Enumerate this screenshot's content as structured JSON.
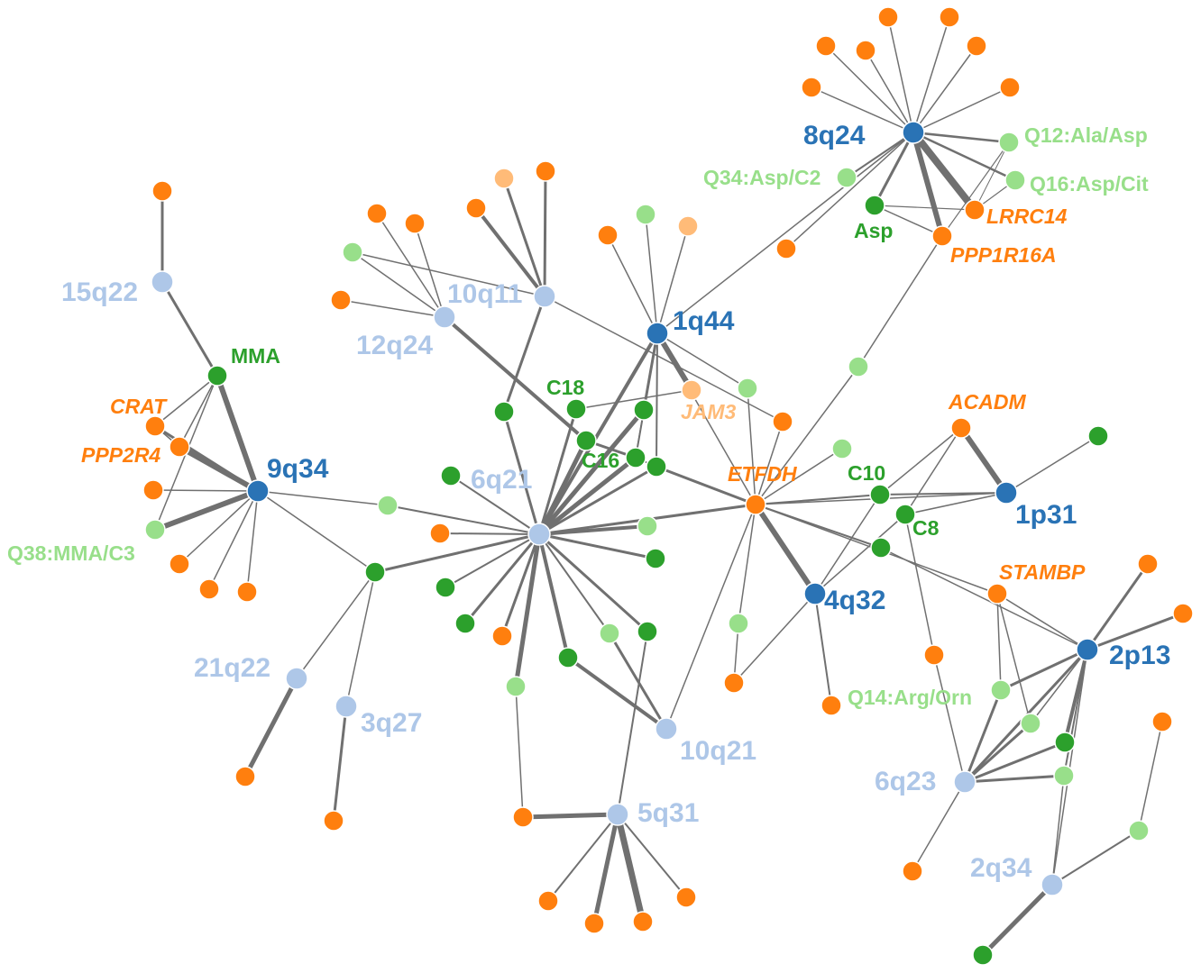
{
  "colors": {
    "locus_major": "#2a73b5",
    "locus_minor": "#aec7e8",
    "metabolite": "#2ca02c",
    "ratio": "#98df8a",
    "gene": "#ff7f0e",
    "gene_light": "#ffbb78",
    "edge": "#707070"
  },
  "nodes": [
    {
      "id": "8q24",
      "label": "8q24",
      "type": "locus_major"
    },
    {
      "id": "1q44",
      "label": "1q44",
      "type": "locus_major"
    },
    {
      "id": "9q34",
      "label": "9q34",
      "type": "locus_major"
    },
    {
      "id": "1p31",
      "label": "1p31",
      "type": "locus_major"
    },
    {
      "id": "4q32",
      "label": "4q32",
      "type": "locus_major"
    },
    {
      "id": "2p13",
      "label": "2p13",
      "type": "locus_major"
    },
    {
      "id": "15q22",
      "label": "15q22",
      "type": "locus_minor"
    },
    {
      "id": "10q11",
      "label": "10q11",
      "type": "locus_minor"
    },
    {
      "id": "12q24",
      "label": "12q24",
      "type": "locus_minor"
    },
    {
      "id": "6q21",
      "label": "6q21",
      "type": "locus_minor"
    },
    {
      "id": "21q22",
      "label": "21q22",
      "type": "locus_minor"
    },
    {
      "id": "3q27",
      "label": "3q27",
      "type": "locus_minor"
    },
    {
      "id": "10q21",
      "label": "10q21",
      "type": "locus_minor"
    },
    {
      "id": "5q31",
      "label": "5q31",
      "type": "locus_minor"
    },
    {
      "id": "6q23",
      "label": "6q23",
      "type": "locus_minor"
    },
    {
      "id": "2q34",
      "label": "2q34",
      "type": "locus_minor"
    },
    {
      "id": "MMA",
      "label": "MMA",
      "type": "metabolite"
    },
    {
      "id": "Asp",
      "label": "Asp",
      "type": "metabolite"
    },
    {
      "id": "C18",
      "label": "C18",
      "type": "metabolite"
    },
    {
      "id": "C16",
      "label": "C16",
      "type": "metabolite"
    },
    {
      "id": "C10",
      "label": "C10",
      "type": "metabolite"
    },
    {
      "id": "C8",
      "label": "C8",
      "type": "metabolite"
    },
    {
      "id": "Q12",
      "label": "Q12:Ala/Asp",
      "type": "ratio"
    },
    {
      "id": "Q16",
      "label": "Q16:Asp/Cit",
      "type": "ratio"
    },
    {
      "id": "Q34",
      "label": "Q34:Asp/C2",
      "type": "ratio"
    },
    {
      "id": "Q38",
      "label": "Q38:MMA/C3",
      "type": "ratio"
    },
    {
      "id": "Q14",
      "label": "Q14:Arg/Orn",
      "type": "ratio"
    },
    {
      "id": "LRRC14",
      "label": "LRRC14",
      "type": "gene"
    },
    {
      "id": "PPP1R16A",
      "label": "PPP1R16A",
      "type": "gene"
    },
    {
      "id": "CRAT",
      "label": "CRAT",
      "type": "gene"
    },
    {
      "id": "PPP2R4",
      "label": "PPP2R4",
      "type": "gene"
    },
    {
      "id": "ETFDH",
      "label": "ETFDH",
      "type": "gene"
    },
    {
      "id": "ACADM",
      "label": "ACADM",
      "type": "gene"
    },
    {
      "id": "STAMBP",
      "label": "STAMBP",
      "type": "gene"
    },
    {
      "id": "JAM3",
      "label": "JAM3",
      "type": "gene_light"
    }
  ]
}
